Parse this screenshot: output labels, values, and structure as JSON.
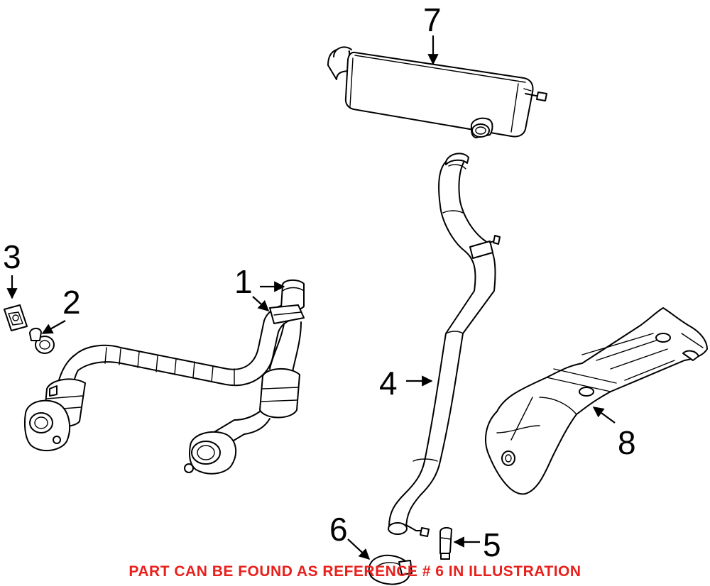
{
  "callouts": {
    "c1": "1",
    "c2": "2",
    "c3": "3",
    "c4": "4",
    "c5": "5",
    "c6": "6",
    "c7": "7",
    "c8": "8"
  },
  "banner": {
    "text": "PART CAN BE FOUND AS REFERENCE # 6 IN ILLUSTRATION",
    "color": "#e8201c"
  },
  "colors": {
    "line": "#000000",
    "background": "#ffffff"
  }
}
